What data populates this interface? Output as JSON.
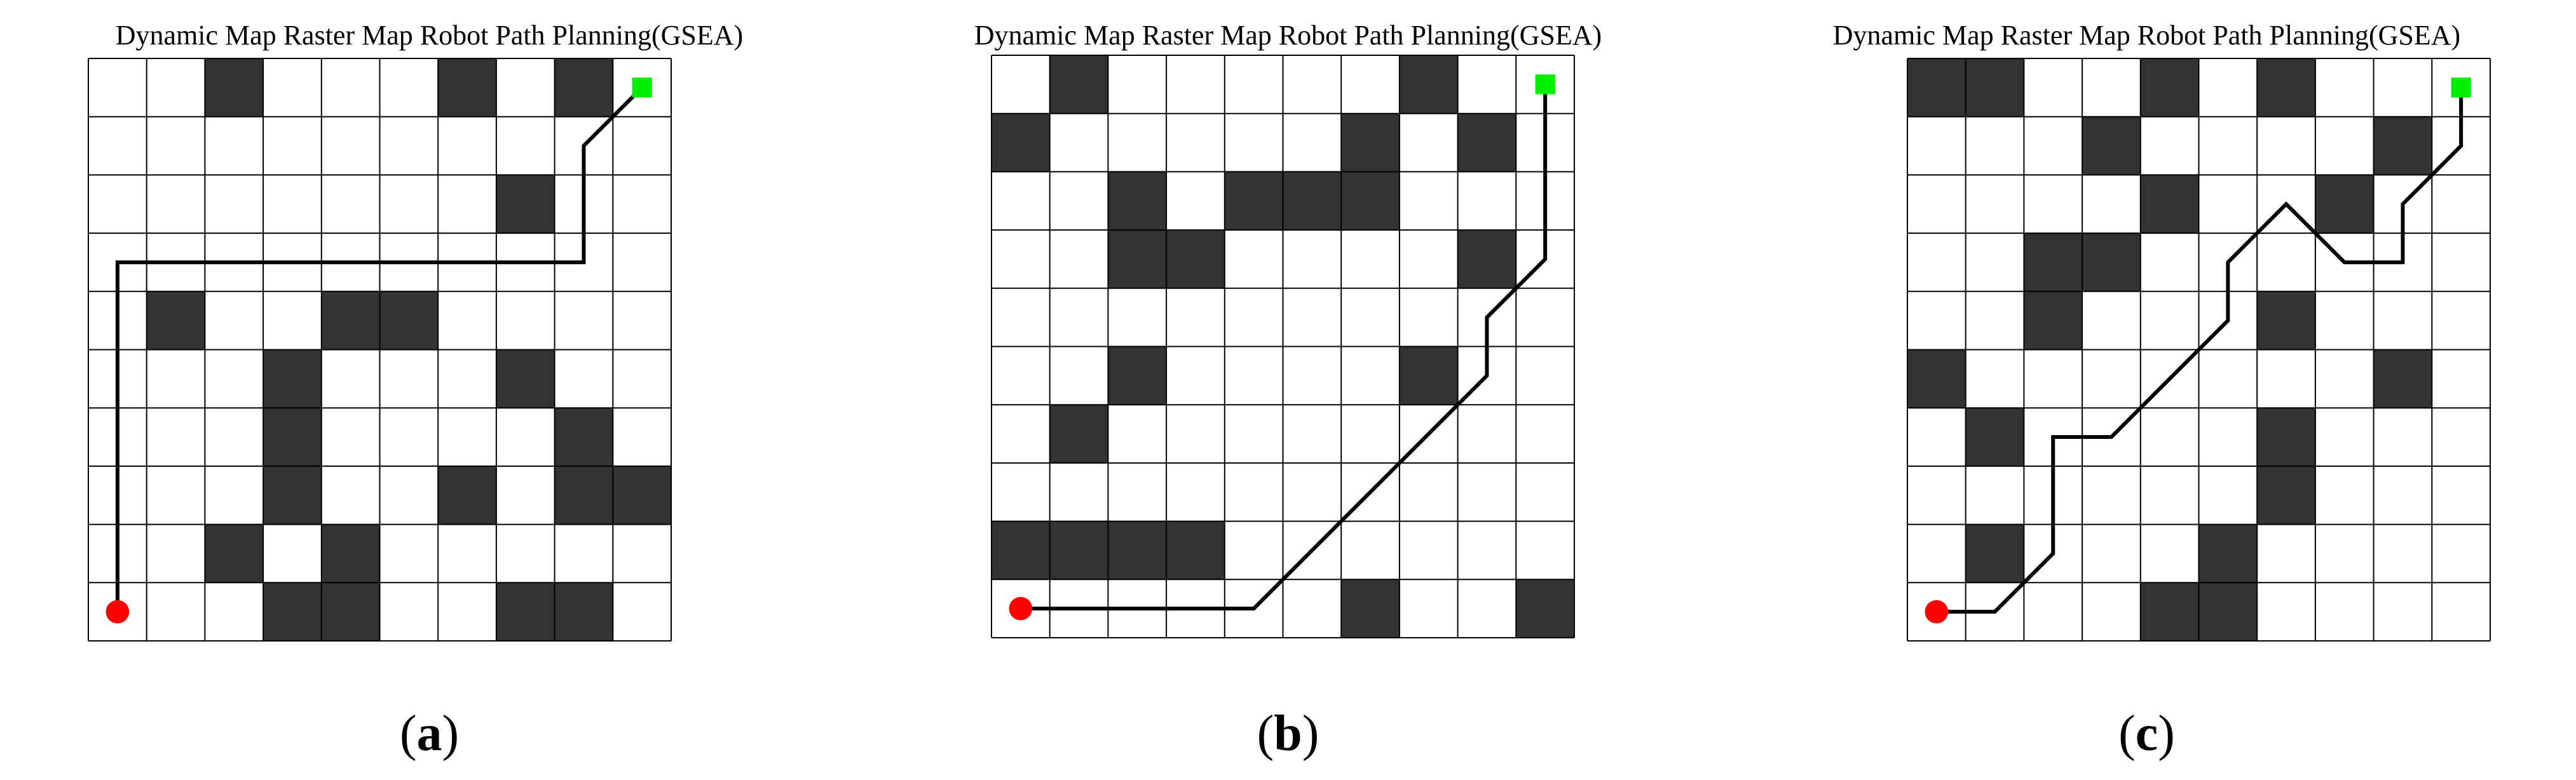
{
  "panels": [
    {
      "id": "a",
      "title": "Dynamic Map Raster Map Robot Path Planning(GSEA)",
      "label": "a",
      "grid_size": 10,
      "obstacles": [
        [
          2,
          0
        ],
        [
          6,
          0
        ],
        [
          8,
          0
        ],
        [
          7,
          2
        ],
        [
          1,
          4
        ],
        [
          4,
          4
        ],
        [
          5,
          4
        ],
        [
          3,
          5
        ],
        [
          7,
          5
        ],
        [
          3,
          6
        ],
        [
          8,
          6
        ],
        [
          3,
          7
        ],
        [
          6,
          7
        ],
        [
          8,
          7
        ],
        [
          9,
          7
        ],
        [
          2,
          8
        ],
        [
          4,
          8
        ],
        [
          3,
          9
        ],
        [
          4,
          9
        ],
        [
          7,
          9
        ],
        [
          8,
          9
        ]
      ],
      "start": [
        0.5,
        9.5
      ],
      "goal": [
        9.5,
        0.5
      ],
      "path": [
        [
          0.5,
          9.5
        ],
        [
          0.5,
          3.5
        ],
        [
          8.5,
          3.5
        ],
        [
          8.5,
          1.5
        ],
        [
          9.5,
          0.5
        ]
      ]
    },
    {
      "id": "b",
      "title": "Dynamic Map Raster Map Robot Path Planning(GSEA)",
      "label": "b",
      "grid_size": 10,
      "obstacles": [
        [
          1,
          0
        ],
        [
          7,
          0
        ],
        [
          0,
          1
        ],
        [
          6,
          1
        ],
        [
          8,
          1
        ],
        [
          2,
          2
        ],
        [
          4,
          2
        ],
        [
          5,
          2
        ],
        [
          6,
          2
        ],
        [
          2,
          3
        ],
        [
          3,
          3
        ],
        [
          8,
          3
        ],
        [
          2,
          5
        ],
        [
          7,
          5
        ],
        [
          1,
          6
        ],
        [
          0,
          8
        ],
        [
          1,
          8
        ],
        [
          2,
          8
        ],
        [
          3,
          8
        ],
        [
          6,
          9
        ],
        [
          9,
          9
        ]
      ],
      "start": [
        0.5,
        9.5
      ],
      "goal": [
        9.5,
        0.5
      ],
      "path": [
        [
          0.5,
          9.5
        ],
        [
          4.5,
          9.5
        ],
        [
          8.5,
          5.5
        ],
        [
          8.5,
          4.5
        ],
        [
          9.5,
          3.5
        ],
        [
          9.5,
          0.5
        ]
      ]
    },
    {
      "id": "c",
      "title": "Dynamic Map Raster Map Robot Path Planning(GSEA)",
      "label": "c",
      "grid_size": 10,
      "obstacles": [
        [
          0,
          0
        ],
        [
          1,
          0
        ],
        [
          4,
          0
        ],
        [
          6,
          0
        ],
        [
          3,
          1
        ],
        [
          8,
          1
        ],
        [
          4,
          2
        ],
        [
          7,
          2
        ],
        [
          2,
          3
        ],
        [
          3,
          3
        ],
        [
          2,
          4
        ],
        [
          6,
          4
        ],
        [
          0,
          5
        ],
        [
          8,
          5
        ],
        [
          1,
          6
        ],
        [
          6,
          6
        ],
        [
          6,
          7
        ],
        [
          1,
          8
        ],
        [
          5,
          8
        ],
        [
          4,
          9
        ],
        [
          5,
          9
        ]
      ],
      "start": [
        0.5,
        9.5
      ],
      "goal": [
        9.5,
        0.5
      ],
      "path": [
        [
          0.5,
          9.5
        ],
        [
          1.5,
          9.5
        ],
        [
          2.5,
          8.5
        ],
        [
          2.5,
          6.5
        ],
        [
          3.5,
          6.5
        ],
        [
          5.5,
          4.5
        ],
        [
          5.5,
          3.5
        ],
        [
          6.5,
          2.5
        ],
        [
          7.5,
          3.5
        ],
        [
          8.5,
          3.5
        ],
        [
          8.5,
          2.5
        ],
        [
          9.5,
          1.5
        ],
        [
          9.5,
          0.5
        ]
      ]
    }
  ],
  "colors": {
    "obstacle": "#333333",
    "free": "#ffffff",
    "gridline": "#000000",
    "path": "#000000",
    "start": "#ff0000",
    "goal": "#00ee00"
  }
}
